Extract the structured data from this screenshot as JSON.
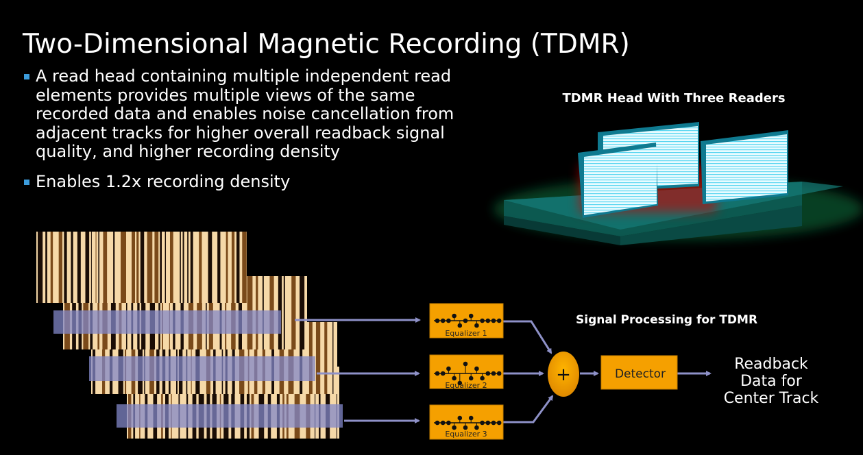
{
  "title": "Two-Dimensional Magnetic Recording (TDMR)",
  "bullets": [
    "A read head containing multiple independent read elements provides multiple views of the same recorded data and enables noise cancellation from adjacent tracks for higher overall readback signal quality, and higher recording density",
    "Enables 1.2x recording density"
  ],
  "head_figure": {
    "caption": "TDMR Head With Three Readers"
  },
  "signal_processing": {
    "caption": "Signal Processing for TDMR",
    "equalizers": [
      "Equalizer 1",
      "Equalizer 2",
      "Equalizer 3"
    ],
    "summer_symbol": "+",
    "detector": "Detector",
    "output": [
      "Readback",
      "Data for",
      "Center Track"
    ]
  },
  "colors": {
    "accent_orange": "#f5a000",
    "arrow": "#8e91c8",
    "bullet": "#3c9cdc",
    "reader": "#49d4ef"
  }
}
